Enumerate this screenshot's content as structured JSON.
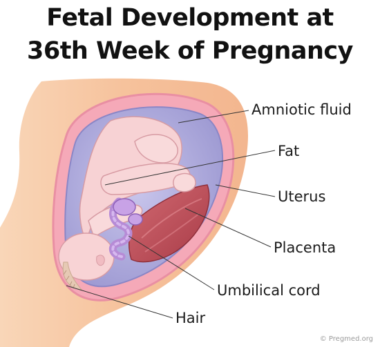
{
  "title": {
    "line1": "Fetal Development at",
    "line2": "36th Week of Pregnancy"
  },
  "labels": {
    "amniotic_fluid": "Amniotic fluid",
    "fat": "Fat",
    "uterus": "Uterus",
    "placenta": "Placenta",
    "umbilical_cord": "Umbilical cord",
    "hair": "Hair"
  },
  "credit": "© Pregmed.org",
  "colors": {
    "skin": "#f7c8a4",
    "uterus_wall": "#f5a9b8",
    "amniotic_fluid": "#a9a6d8",
    "fetus": "#f7d2d4",
    "placenta": "#b84a55",
    "umbilical_cord": "#b68bd6"
  }
}
